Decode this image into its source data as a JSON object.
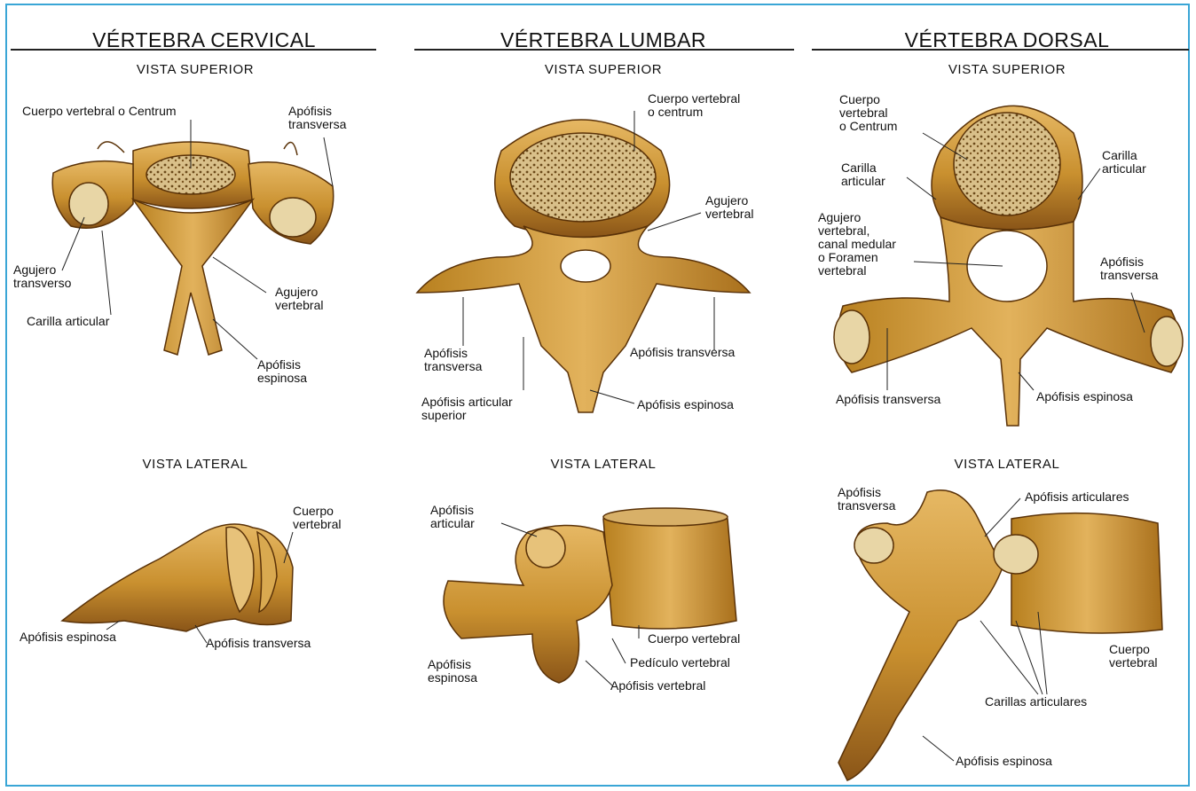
{
  "colors": {
    "border": "#3aa6d6",
    "bone_light": "#e3b05a",
    "bone_mid": "#c58a2e",
    "bone_dark": "#7a4a12",
    "marrow": "#d8c28a"
  },
  "columns": [
    {
      "title": "VÉRTEBRA CERVICAL",
      "top_view": "VISTA SUPERIOR",
      "side_view": "VISTA LATERAL",
      "labels": [
        "Cuerpo vertebral o Centrum",
        "Apófisis\ntransversa",
        "Agujero\ntransverso",
        "Carilla articular",
        "Agujero\nvertebral",
        "Apófisis\nespinosa",
        "Cuerpo\nvertebral",
        "Apófisis espinosa",
        "Apófisis transversa"
      ]
    },
    {
      "title": "VÉRTEBRA LUMBAR",
      "top_view": "VISTA SUPERIOR",
      "side_view": "VISTA LATERAL",
      "labels": [
        "Cuerpo vertebral\no centrum",
        "Agujero\nvertebral",
        "Apófisis\ntransversa",
        "Apófisis transversa",
        "Apófisis articular\nsuperior",
        "Apófisis espinosa",
        "Apófisis\narticular",
        "Cuerpo vertebral",
        "Pedículo vertebral",
        "Apófisis\nespinosa",
        "Apófisis vertebral"
      ]
    },
    {
      "title": "VÉRTEBRA DORSAL",
      "top_view": "VISTA SUPERIOR",
      "side_view": "VISTA LATERAL",
      "labels": [
        "Cuerpo\nvertebral\no Centrum",
        "Carilla\narticular",
        "Carilla\narticular",
        "Agujero\nvertebral,\ncanal medular\no Foramen\nvertebral",
        "Apófisis\ntransversa",
        "Apófisis transversa",
        "Apófisis espinosa",
        "Apófisis\ntransversa",
        "Apófisis articulares",
        "Cuerpo\nvertebral",
        "Carillas articulares",
        "Apófisis espinosa"
      ]
    }
  ]
}
